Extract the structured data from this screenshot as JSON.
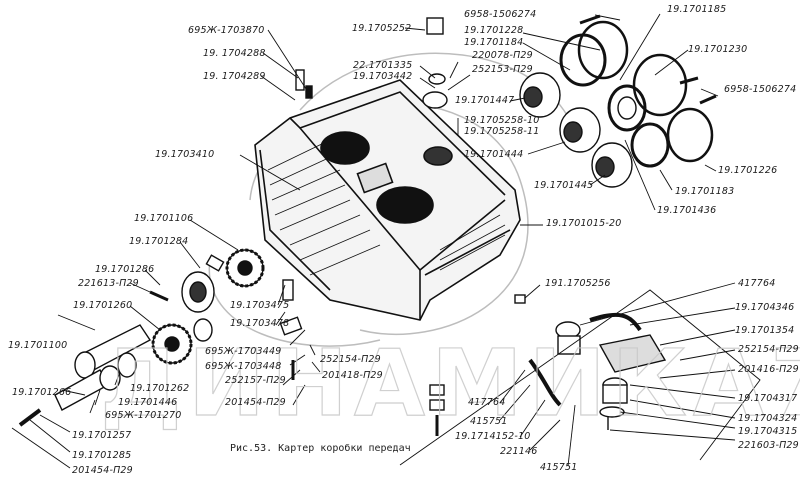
{
  "figure": {
    "caption": "Рис.53. Картер коробки передач",
    "watermark": "ДИНАМИКА76",
    "labels": [
      {
        "id": "l1",
        "text": "695Ж-1703870"
      },
      {
        "id": "l2",
        "text": "19. 1704288"
      },
      {
        "id": "l3",
        "text": "19. 1704289"
      },
      {
        "id": "l4",
        "text": "19.1705252"
      },
      {
        "id": "l5",
        "text": "22.1701335"
      },
      {
        "id": "l6",
        "text": "19.1703442"
      },
      {
        "id": "l7",
        "text": "6958-1506274"
      },
      {
        "id": "l8",
        "text": "19.1701228"
      },
      {
        "id": "l9",
        "text": "19.1701184"
      },
      {
        "id": "l10",
        "text": "220078-П29"
      },
      {
        "id": "l11",
        "text": "252153-П29"
      },
      {
        "id": "l12",
        "text": "19.1701447"
      },
      {
        "id": "l13",
        "text": "19.1705258-10"
      },
      {
        "id": "l14",
        "text": "19.1705258-11"
      },
      {
        "id": "l15",
        "text": "19.1701185"
      },
      {
        "id": "l16",
        "text": "19.1701230"
      },
      {
        "id": "l17",
        "text": "6958-1506274"
      },
      {
        "id": "l18",
        "text": "19.1703410"
      },
      {
        "id": "l19",
        "text": "19.1701444"
      },
      {
        "id": "l20",
        "text": "19.1701445"
      },
      {
        "id": "l21",
        "text": "19.1701226"
      },
      {
        "id": "l22",
        "text": "19.1701183"
      },
      {
        "id": "l23",
        "text": "19.1701436"
      },
      {
        "id": "l24",
        "text": "19.1701015-20"
      },
      {
        "id": "l25",
        "text": "19.1701106"
      },
      {
        "id": "l26",
        "text": "19.1701284"
      },
      {
        "id": "l27",
        "text": "19.1701286"
      },
      {
        "id": "l28",
        "text": "221613-П29"
      },
      {
        "id": "l29",
        "text": "19.1701260"
      },
      {
        "id": "l30",
        "text": "19.1703475"
      },
      {
        "id": "l31",
        "text": "19.1703478"
      },
      {
        "id": "l32",
        "text": "191.1705256"
      },
      {
        "id": "l33",
        "text": "417764"
      },
      {
        "id": "l34",
        "text": "19.1704346"
      },
      {
        "id": "l35",
        "text": "19.1701354"
      },
      {
        "id": "l36",
        "text": "252154-П29"
      },
      {
        "id": "l37",
        "text": "201416-П29"
      },
      {
        "id": "l38",
        "text": "19.1704317"
      },
      {
        "id": "l39",
        "text": "19.1704324"
      },
      {
        "id": "l40",
        "text": "19.1704315"
      },
      {
        "id": "l41",
        "text": "221603-П29"
      },
      {
        "id": "l42",
        "text": "19.1701100"
      },
      {
        "id": "l43",
        "text": "695Ж-1703449"
      },
      {
        "id": "l44",
        "text": "695Ж-1703448"
      },
      {
        "id": "l45",
        "text": "252157-П29"
      },
      {
        "id": "l46",
        "text": "201454-П29"
      },
      {
        "id": "l47",
        "text": "252154-П29"
      },
      {
        "id": "l48",
        "text": "201418-П29"
      },
      {
        "id": "l49",
        "text": "19.1701266"
      },
      {
        "id": "l50",
        "text": "19.1701262"
      },
      {
        "id": "l51",
        "text": "19.1701446"
      },
      {
        "id": "l52",
        "text": "695Ж-1701270"
      },
      {
        "id": "l53",
        "text": "19.1701257"
      },
      {
        "id": "l54",
        "text": "19.1701285"
      },
      {
        "id": "l55",
        "text": "201454-П29"
      },
      {
        "id": "l56",
        "text": "417764"
      },
      {
        "id": "l57",
        "text": "415751"
      },
      {
        "id": "l58",
        "text": "19.1714152-10"
      },
      {
        "id": "l59",
        "text": "221146"
      },
      {
        "id": "l60",
        "text": "415751"
      }
    ]
  }
}
